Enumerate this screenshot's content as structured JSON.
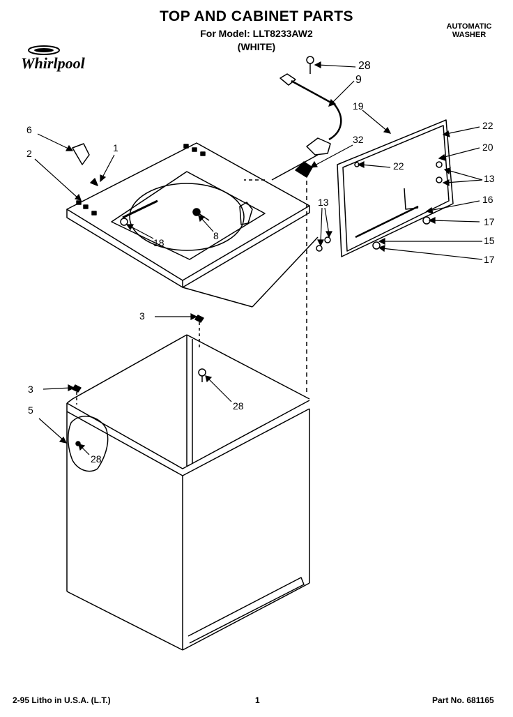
{
  "header": {
    "title": "TOP AND CABINET PARTS",
    "model": "For Model: LLT8233AW2",
    "color": "(WHITE)",
    "appliance_type_line1": "AUTOMATIC",
    "appliance_type_line2": "WASHER",
    "brand": "Whirlpool"
  },
  "callouts": {
    "c28_top": "28",
    "c9": "9",
    "c19": "19",
    "c22_a": "22",
    "c20": "20",
    "c32": "32",
    "c22_b": "22",
    "c13_right": "13",
    "c6": "6",
    "c1": "1",
    "c2": "2",
    "c13_left": "13",
    "c16": "16",
    "c17_a": "17",
    "c15": "15",
    "c17_b": "17",
    "c18": "18",
    "c8": "8",
    "c3_top": "3",
    "c28_mid": "28",
    "c3_left": "3",
    "c5": "5",
    "c28_low": "28"
  },
  "footer": {
    "litho": "2-95 Litho in U.S.A. (L.T.)",
    "page": "1",
    "part_no": "Part No. 681165"
  }
}
